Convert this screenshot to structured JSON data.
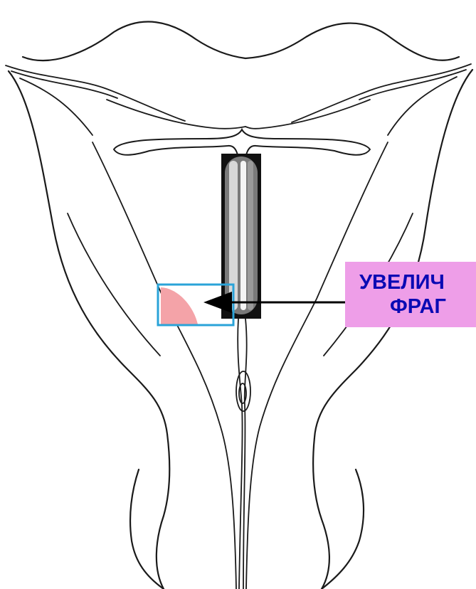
{
  "callout": {
    "line1": "УВЕЛИЧ",
    "line2": "ФРАГ",
    "background_color": "#ee9ee8",
    "text_color": "#0a0ab4"
  },
  "zoom_marker": {
    "frame_color": "#2aa3d8",
    "highlight_color": "#f4a3a8"
  },
  "arrow": {
    "color": "#000000",
    "direction": "left"
  }
}
